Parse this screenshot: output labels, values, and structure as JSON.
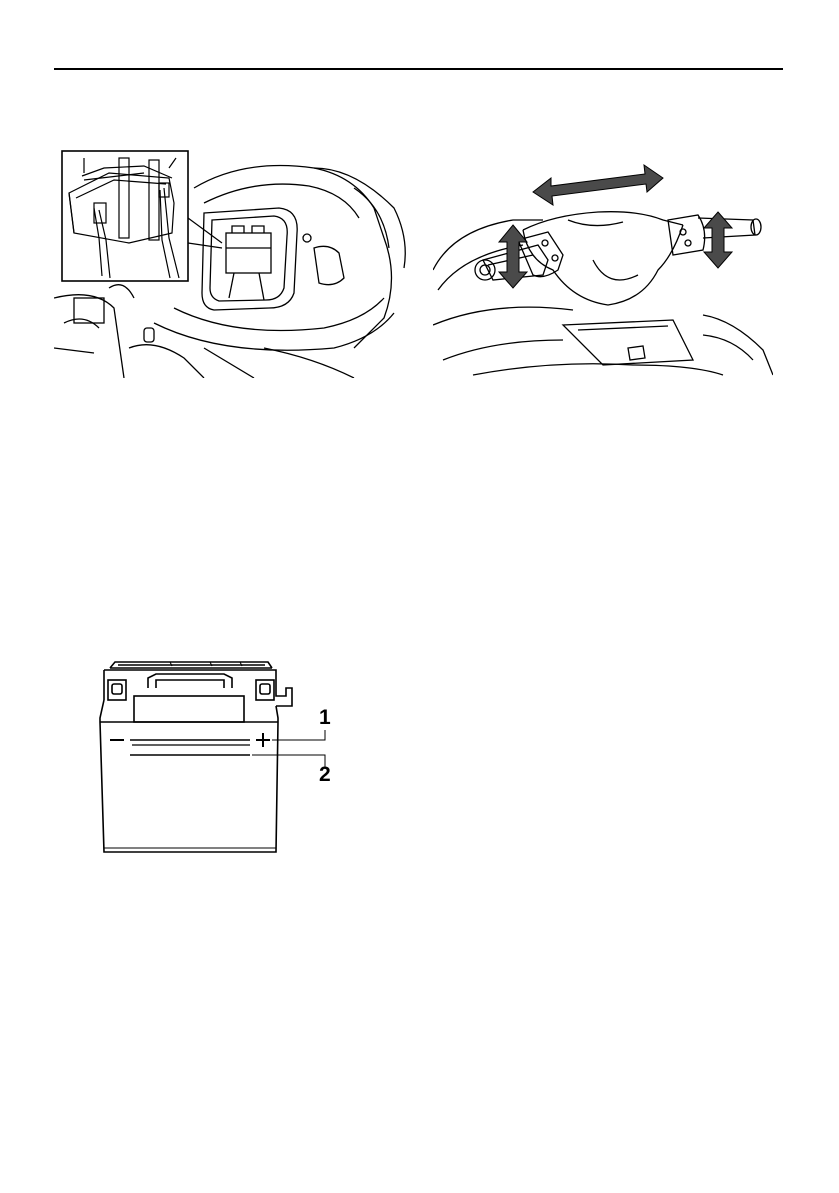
{
  "figures": {
    "seat_compartment": {
      "icon": "battery-compartment-illustration"
    },
    "handlebar": {
      "icon": "handlebar-adjust-illustration"
    },
    "battery": {
      "icon": "battery-level-illustration",
      "callouts": [
        "1",
        "2"
      ],
      "terminal_symbols": {
        "negative": "−",
        "positive": "+"
      }
    }
  },
  "colors": {
    "line": "#000000",
    "background": "#ffffff",
    "arrow_fill": "#4a4a4a"
  }
}
